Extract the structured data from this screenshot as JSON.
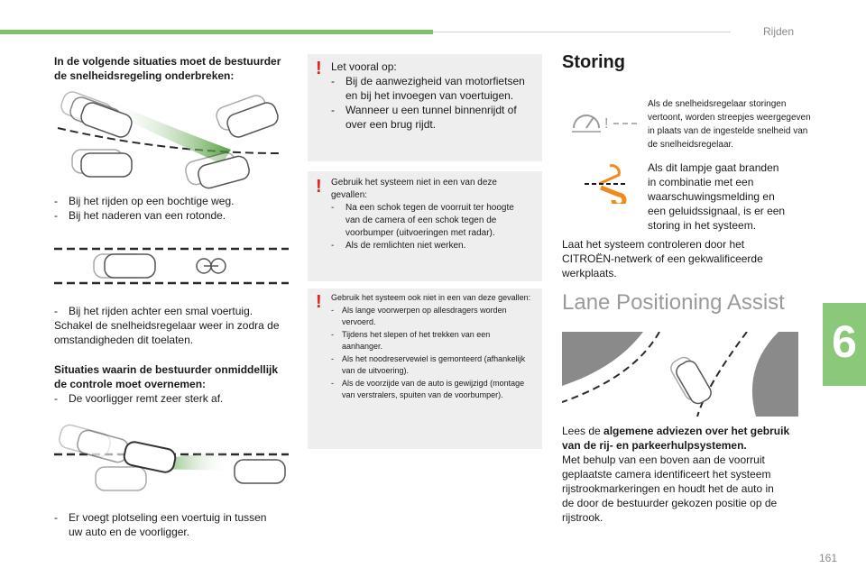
{
  "header": {
    "section": "Rijden",
    "chapter": "6",
    "page": "161"
  },
  "left": {
    "heading1": [
      "In de volgende situaties moet de bestuurder",
      "de snelheidsregeling onderbreken:"
    ],
    "list1": [
      "Bij het rijden op een bochtige weg.",
      "Bij het naderen van een rotonde."
    ],
    "list2": [
      "Bij het rijden achter een smal voertuig."
    ],
    "para2": [
      "Schakel de snelheidsregelaar weer in zodra de",
      "omstandigheden dit toelaten."
    ],
    "heading2": [
      "Situaties waarin de bestuurder onmiddellijk",
      "de controle moet overnemen:"
    ],
    "list3": [
      "De voorligger remt zeer sterk af."
    ],
    "list4": [
      "Er voegt plotseling een voertuig in tussen",
      "uw auto en de voorligger."
    ],
    "dash": "-"
  },
  "middle": {
    "warn_mark": "!",
    "box1": {
      "intro": "Let vooral op:",
      "items": [
        [
          "Bij de aanwezigheid van motorfietsen",
          "en bij het invoegen van voertuigen."
        ],
        [
          "Wanneer u een tunnel binnenrijdt of",
          "over een brug rijdt."
        ]
      ]
    },
    "box2": {
      "intro": [
        "Gebruik het systeem niet in een van deze",
        "gevallen:"
      ],
      "items": [
        [
          "Na een schok tegen de voorruit ter hoogte",
          "van de camera of een schok tegen de",
          "voorbumper (uitvoeringen met radar)."
        ],
        [
          "Als de remlichten niet werken."
        ]
      ]
    },
    "box3": {
      "intro": "Gebruik het systeem ook niet in een van deze gevallen:",
      "items": [
        [
          "Als lange voorwerpen op allesdragers worden",
          "vervoerd."
        ],
        [
          "Tijdens het slepen of het trekken van een",
          "aanhanger."
        ],
        [
          "Als het noodreservewiel is gemonteerd (afhankelijk",
          "van de uitvoering)."
        ],
        [
          "Als de voorzijde van de auto is gewijzigd (montage",
          "van verstralers, spuiten van de voorbumper)."
        ]
      ]
    }
  },
  "right": {
    "storing_title": "Storing",
    "storing_text1": [
      "Als de snelheidsregelaar storingen",
      "vertoont, worden streepjes weergegeven",
      "in plaats van de ingestelde snelheid van",
      "de snelheidsregelaar."
    ],
    "storing_text2": [
      "Als dit lampje gaat branden",
      "in combinatie met een",
      "waarschuwingsmelding en",
      "een geluidssignaal, is er een",
      "storing in het systeem."
    ],
    "storing_text3": [
      "Laat het systeem controleren door het",
      "CITROËN-netwerk of een gekwalificeerde",
      "werkplaats."
    ],
    "lpa_title": "Lane Positioning Assist",
    "lpa_lead": "Lees de ",
    "lpa_bold1": "algemene adviezen over het gebruik",
    "lpa_bold2": "van de rij- en parkeerhulpsystemen.",
    "lpa_body": [
      "Met behulp van een boven aan de voorruit",
      "geplaatste camera identificeert het systeem",
      "rijstrookmarkeringen en houdt het de auto in",
      "de door de bestuurder gekozen positie op de",
      "rijstrook."
    ]
  },
  "colors": {
    "accent_green": "#7dc36a",
    "warning_red": "#e2231a",
    "icon_orange": "#f08a1c",
    "box_bg": "#eeeeee"
  }
}
